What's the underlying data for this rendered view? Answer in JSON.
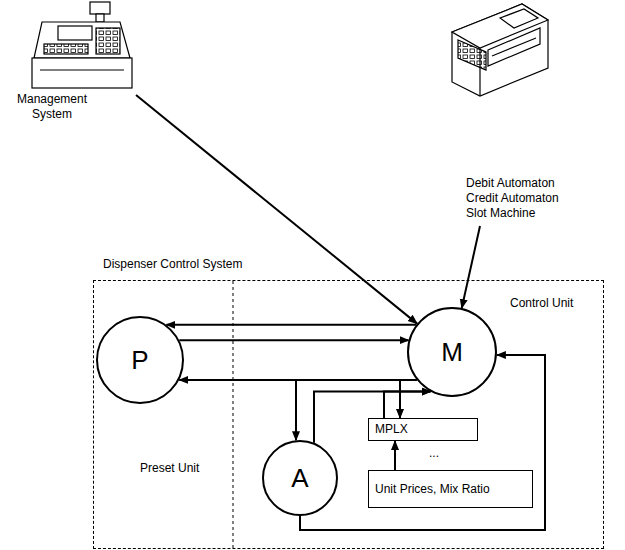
{
  "diagram": {
    "nodes": [
      {
        "text": [
          "Management System"
        ]
      },
      {
        "text": [
          "Debit Automaton",
          "Credit Automaton",
          "Slot Machine"
        ]
      },
      {
        "text": [
          "Dispenser Control System"
        ]
      },
      {
        "text": [
          "P"
        ],
        "in": 2
      },
      {
        "text": [
          "M"
        ],
        "in": 2
      },
      {
        "text": [
          "A"
        ],
        "in": 2
      },
      {
        "text": [
          "MPLX"
        ],
        "in": 2
      },
      {
        "text": [
          "Unit Prices, Mix Ratio"
        ],
        "in": 2
      }
    ],
    "edges": [
      {
        "from": 0,
        "to": 4,
        "arrow": "to"
      },
      {
        "from": 1,
        "to": 4,
        "arrow": "to"
      },
      {
        "from": 4,
        "to": 3,
        "arrow": "to"
      },
      {
        "from": 3,
        "to": 4,
        "arrow": "to"
      },
      {
        "from": 4,
        "to": 3,
        "arrow": "to"
      },
      {
        "from": 4,
        "to": 5,
        "arrow": "to"
      },
      {
        "from": 5,
        "to": 4,
        "arrow": "to"
      },
      {
        "from": 6,
        "to": 4,
        "arrow": "to"
      },
      {
        "from": 4,
        "to": 6,
        "arrow": "to"
      },
      {
        "from": 7,
        "to": 6,
        "arrow": "to"
      },
      {
        "from": 5,
        "to": 4,
        "arrow": "to"
      }
    ],
    "labels": [
      "Control Unit",
      "Preset Unit",
      "..."
    ]
  }
}
